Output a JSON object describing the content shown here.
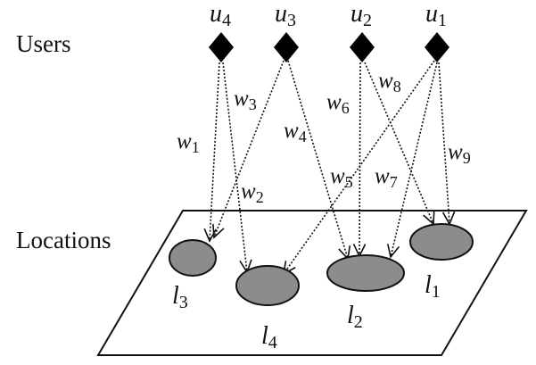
{
  "labels": {
    "users": "Users",
    "locations": "Locations"
  },
  "users": [
    {
      "id": "u4",
      "name": "u",
      "sub": "4"
    },
    {
      "id": "u3",
      "name": "u",
      "sub": "3"
    },
    {
      "id": "u2",
      "name": "u",
      "sub": "2"
    },
    {
      "id": "u1",
      "name": "u",
      "sub": "1"
    }
  ],
  "locations": [
    {
      "id": "l3",
      "name": "l",
      "sub": "3"
    },
    {
      "id": "l4",
      "name": "l",
      "sub": "4"
    },
    {
      "id": "l2",
      "name": "l",
      "sub": "2"
    },
    {
      "id": "l1",
      "name": "l",
      "sub": "1"
    }
  ],
  "edges": [
    {
      "id": "w1",
      "name": "w",
      "sub": "1",
      "from": "u4",
      "to": "l3"
    },
    {
      "id": "w2",
      "name": "w",
      "sub": "2",
      "from": "u4",
      "to": "l4"
    },
    {
      "id": "w3",
      "name": "w",
      "sub": "3",
      "from": "u3",
      "to": "l3"
    },
    {
      "id": "w4",
      "name": "w",
      "sub": "4",
      "from": "u3",
      "to": "l2"
    },
    {
      "id": "w5",
      "name": "w",
      "sub": "5",
      "from": "u1",
      "to": "l4"
    },
    {
      "id": "w6",
      "name": "w",
      "sub": "6",
      "from": "u2",
      "to": "l2"
    },
    {
      "id": "w7",
      "name": "w",
      "sub": "7",
      "from": "u1",
      "to": "l2"
    },
    {
      "id": "w8",
      "name": "w",
      "sub": "8",
      "from": "u2",
      "to": "l1"
    },
    {
      "id": "w9",
      "name": "w",
      "sub": "9",
      "from": "u1",
      "to": "l1"
    }
  ],
  "colors": {
    "user_node": "#000000",
    "location_node": "#8c8c8c",
    "stroke": "#111111"
  }
}
